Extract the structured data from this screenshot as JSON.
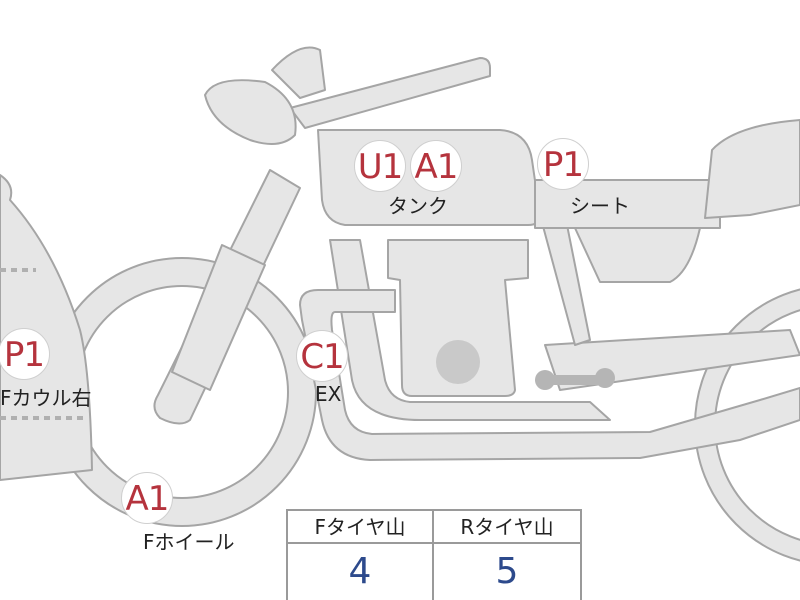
{
  "colors": {
    "part_fill": "#e6e6e6",
    "part_stroke": "#a5a5a5",
    "badge_text": "#b5333d",
    "value_text": "#2d4a8c"
  },
  "badges": {
    "tank_u": "U1",
    "tank_a": "A1",
    "seat": "P1",
    "cowl": "P1",
    "exhaust": "C1",
    "wheel": "A1"
  },
  "labels": {
    "tank": "タンク",
    "seat": "シート",
    "cowl": "Fカウル右",
    "exhaust": "EX",
    "wheel": "Fホイール"
  },
  "tire_table": {
    "headers": [
      "Fタイヤ山",
      "Rタイヤ山"
    ],
    "values": [
      "4",
      "5"
    ]
  }
}
